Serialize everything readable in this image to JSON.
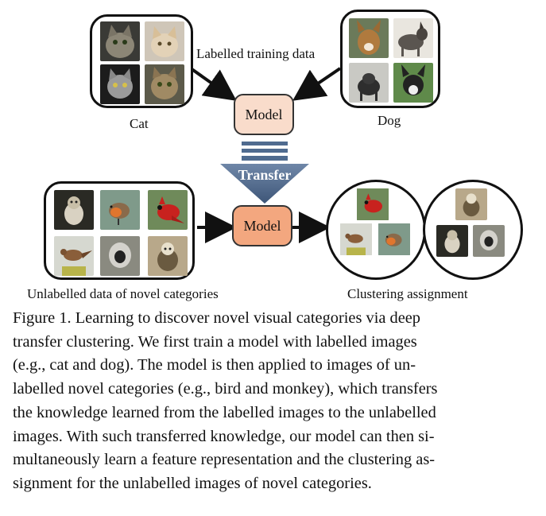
{
  "diagram": {
    "training_label": "Labelled training data",
    "cat_label": "Cat",
    "dog_label": "Dog",
    "model_top_label": "Model",
    "transfer_label": "Transfer",
    "model_bottom_label": "Model",
    "unlabelled_label": "Unlabelled data of novel categories",
    "clustering_label": "Clustering assignment",
    "colors": {
      "model_top_fill": "#f9dccb",
      "model_bottom_fill": "#f3a77f",
      "transfer_arrow": "#4f6b8f"
    }
  },
  "caption": {
    "lines": [
      "Figure 1. Learning to discover novel visual categories via deep",
      "transfer clustering.  We first train a model with labelled images",
      "(e.g., cat and dog).  The model is then applied to images of un-",
      "labelled novel categories (e.g., bird and monkey), which transfers",
      "the knowledge learned from the labelled images to the unlabelled",
      "images. With such transferred knowledge, our model can then si-",
      "multaneously learn a feature representation and the clustering as-",
      "signment for the unlabelled images of novel categories."
    ]
  }
}
